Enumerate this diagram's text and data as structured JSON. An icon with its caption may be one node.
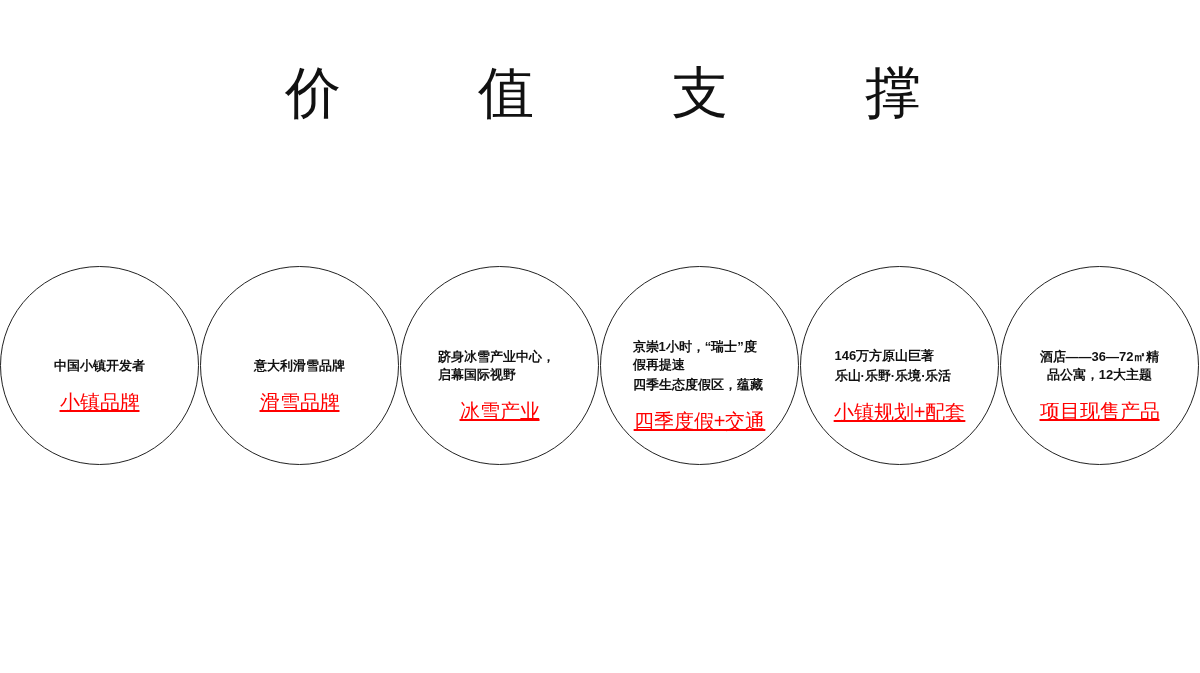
{
  "diagram": {
    "title": "价值支撑",
    "nodes": [
      {
        "text": [
          "中国小镇开发者",
          "小镇品牌"
        ]
      },
      {
        "text": [
          "意大利滑雪品牌",
          "滑雪品牌"
        ]
      },
      {
        "text": [
          "跻身冰雪产业中心，启幕国际视野",
          "冰雪产业"
        ]
      },
      {
        "text": [
          "京崇1小时，“瑞士”度假再提速",
          "四季生态度假区，蕴藏",
          "四季度假+交通"
        ]
      },
      {
        "text": [
          "146万方原山巨著",
          "乐山·乐野·乐境·乐活",
          "小镇规划+配套"
        ]
      },
      {
        "text": [
          "酒店——36—72㎡精品公寓，12大主题",
          "项目现售产品"
        ]
      }
    ]
  }
}
